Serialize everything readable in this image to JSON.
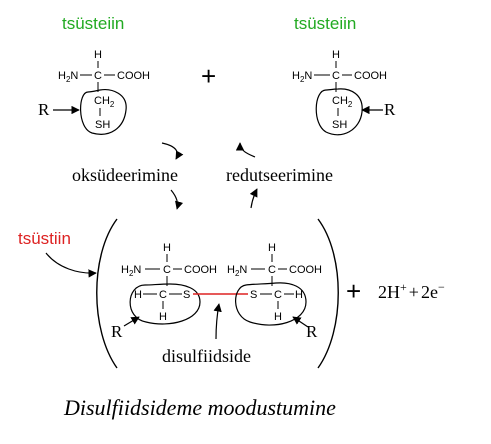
{
  "labels": {
    "cysteine_left": "tsüsteiin",
    "cysteine_right": "tsüsteiin",
    "cystine": "tsüstiin",
    "plus_top": "+",
    "oxidation": "oksüdeerimine",
    "reduction": "redutseerimine",
    "disulfide_bond": "disulfiidside",
    "r_group": "R",
    "caption": "Disulfiidsideme moodustumine"
  },
  "molecule": {
    "h": "H",
    "c": "C",
    "h2n": "H",
    "h2n_sub": "2",
    "h2n_n": "N",
    "cooh": "COOH",
    "ch2_c": "CH",
    "ch2_sub": "2",
    "sh": "SH",
    "s": "S"
  },
  "products": {
    "plus": "+",
    "protons": "2H",
    "proton_sup": "+",
    "plus_small": "+",
    "electrons": "2e",
    "electron_sup": "−"
  },
  "colors": {
    "cysteine_label": "#22aa22",
    "cystine_label": "#dd2222",
    "disulfide_bond": "#dd2222",
    "ink": "#000000"
  }
}
